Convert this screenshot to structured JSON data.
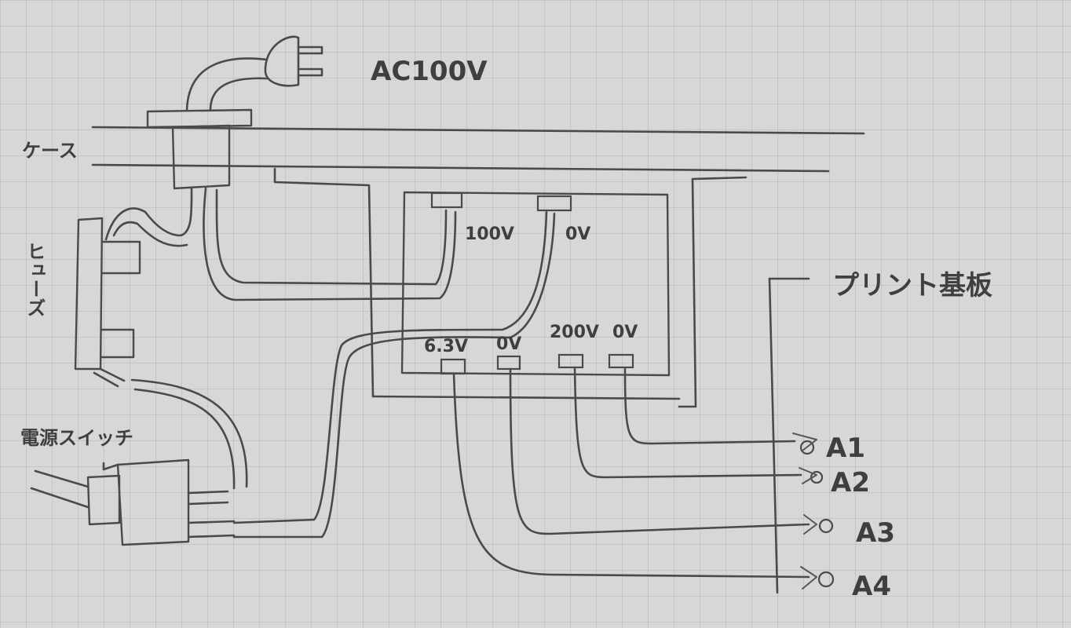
{
  "diagram": {
    "labels": {
      "power_source": "AC100V",
      "case": "ケース",
      "fuse": "ヒューズ",
      "power_switch": "電源スイッチ",
      "pcb": "プリント基板"
    },
    "transformer": {
      "primary_terminals": [
        "100V",
        "0V"
      ],
      "secondary_terminals": [
        "6.3V",
        "0V",
        "200V",
        "0V"
      ]
    },
    "pcb_terminals": [
      "A1",
      "A2",
      "A3",
      "A4"
    ]
  }
}
